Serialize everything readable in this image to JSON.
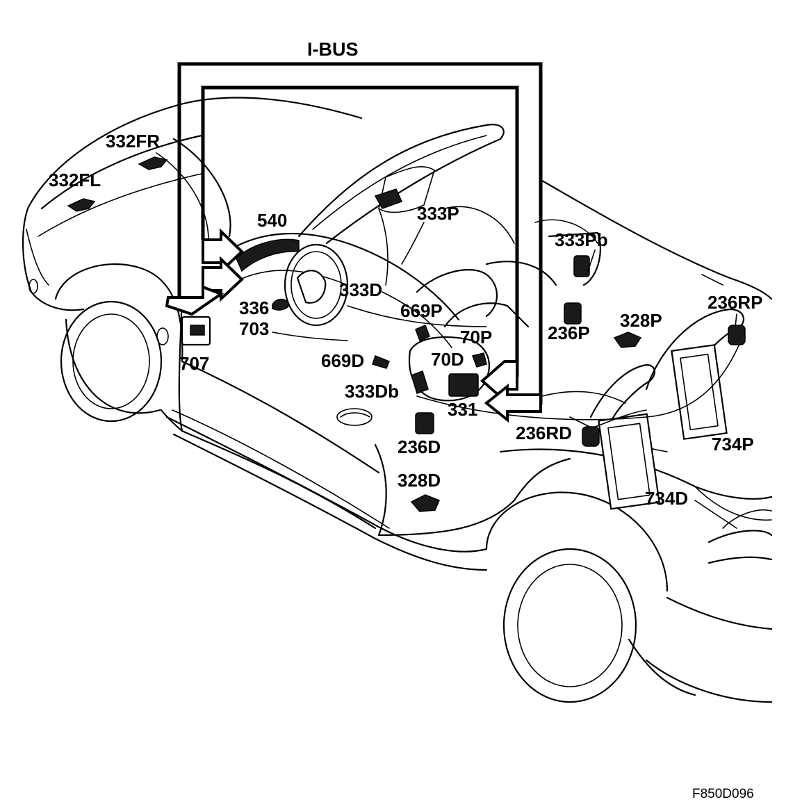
{
  "bus_label": "I-BUS",
  "figure_code": "F850D096",
  "components": [
    {
      "id": "332FR",
      "label": "332FR"
    },
    {
      "id": "332FL",
      "label": "332FL"
    },
    {
      "id": "540",
      "label": "540"
    },
    {
      "id": "333P",
      "label": "333P"
    },
    {
      "id": "333Pb",
      "label": "333Pb"
    },
    {
      "id": "333D",
      "label": "333D"
    },
    {
      "id": "336",
      "label": "336"
    },
    {
      "id": "703",
      "label": "703"
    },
    {
      "id": "707",
      "label": "707"
    },
    {
      "id": "669P",
      "label": "669P"
    },
    {
      "id": "70P",
      "label": "70P"
    },
    {
      "id": "236P",
      "label": "236P"
    },
    {
      "id": "328P",
      "label": "328P"
    },
    {
      "id": "236RP",
      "label": "236RP"
    },
    {
      "id": "669D",
      "label": "669D"
    },
    {
      "id": "70D",
      "label": "70D"
    },
    {
      "id": "333Db",
      "label": "333Db"
    },
    {
      "id": "331",
      "label": "331"
    },
    {
      "id": "236RD",
      "label": "236RD"
    },
    {
      "id": "236D",
      "label": "236D"
    },
    {
      "id": "734P",
      "label": "734P"
    },
    {
      "id": "328D",
      "label": "328D"
    },
    {
      "id": "734D",
      "label": "734D"
    }
  ]
}
